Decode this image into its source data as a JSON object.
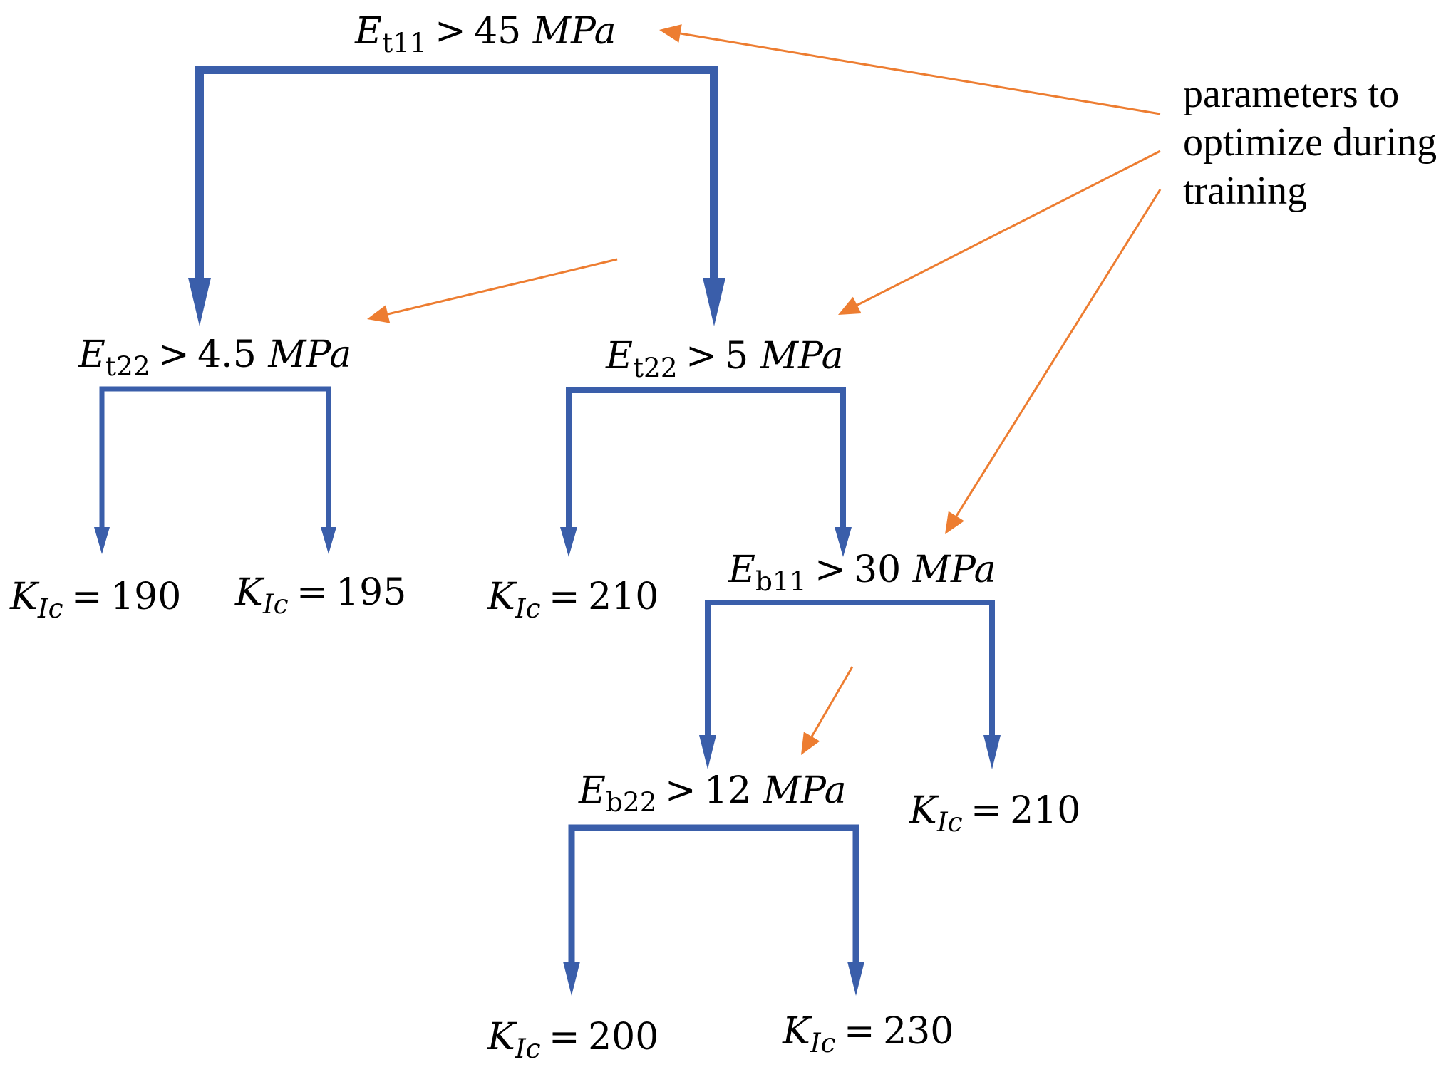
{
  "colors": {
    "tree_edge": "#3A5EAA",
    "annotation_arrow": "#ED7D31",
    "text": "#000000"
  },
  "annotation": {
    "lines": [
      "parameters to",
      "optimize during",
      "training"
    ]
  },
  "nodes": {
    "root": {
      "var": "E",
      "sub": "t11",
      "op": ">",
      "value": "45",
      "unit": "MPa"
    },
    "left": {
      "var": "E",
      "sub": "t22",
      "op": ">",
      "value": "4.5",
      "unit": "MPa"
    },
    "right": {
      "var": "E",
      "sub": "t22",
      "op": ">",
      "value": "5",
      "unit": "MPa"
    },
    "right_right": {
      "var": "E",
      "sub": "b11",
      "op": ">",
      "value": "30",
      "unit": "MPa"
    },
    "deep_left": {
      "var": "E",
      "sub": "b22",
      "op": ">",
      "value": "12",
      "unit": "MPa"
    }
  },
  "leaves": {
    "leaf_1": {
      "var": "K",
      "sub": "Ic",
      "op": "=",
      "value": "190"
    },
    "leaf_2": {
      "var": "K",
      "sub": "Ic",
      "op": "=",
      "value": "195"
    },
    "leaf_3": {
      "var": "K",
      "sub": "Ic",
      "op": "=",
      "value": "210"
    },
    "leaf_4": {
      "var": "K",
      "sub": "Ic",
      "op": "=",
      "value": "210"
    },
    "leaf_5": {
      "var": "K",
      "sub": "Ic",
      "op": "=",
      "value": "200"
    },
    "leaf_6": {
      "var": "K",
      "sub": "Ic",
      "op": "=",
      "value": "230"
    }
  }
}
